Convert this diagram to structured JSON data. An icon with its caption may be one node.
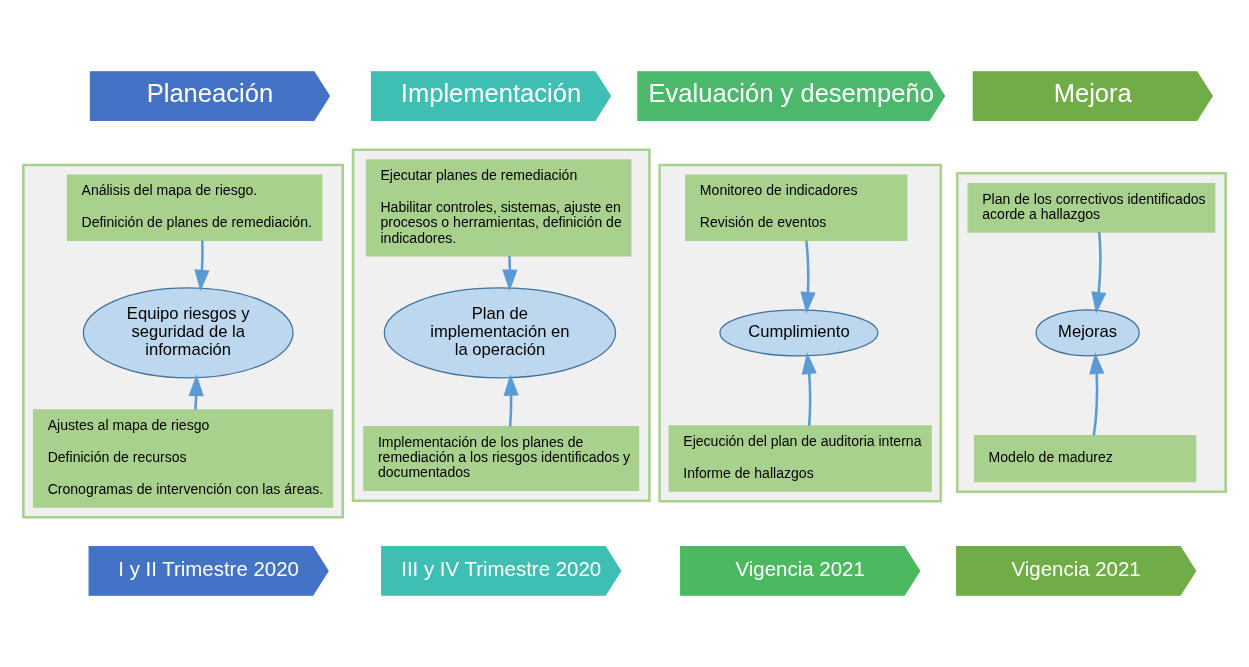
{
  "diagram": {
    "nodes": [
      {
        "text": [
          "Planeación"
        ]
      },
      {
        "text": [
          "Implementación"
        ]
      },
      {
        "text": [
          "Evaluación y desempeño"
        ]
      },
      {
        "text": [
          "Mejora"
        ]
      },
      {
        "text": [],
        "shape": "box"
      },
      {
        "text": [
          "Análisis del mapa de riesgo.",
          "Definición de planes de remediación."
        ],
        "in": 4
      },
      {
        "text": [
          "Equipo riesgos y seguridad de la información"
        ],
        "in": 4
      },
      {
        "text": [
          "Ajustes al mapa de riesgo",
          "Definición de recursos",
          "Cronogramas de intervención con las áreas."
        ],
        "in": 4
      },
      {
        "text": [],
        "shape": "box"
      },
      {
        "text": [
          "Ejecutar planes de remediación",
          "Habilitar controles, sistemas, ajuste en procesos o herramientas, definición de indicadores."
        ],
        "in": 8
      },
      {
        "text": [
          "Plan de implementación en la operación"
        ],
        "in": 8
      },
      {
        "text": [
          "Implementación de los planes de remediación a los riesgos identificados y documentados"
        ],
        "in": 8
      },
      {
        "text": [],
        "shape": "box"
      },
      {
        "text": [
          "Monitoreo de indicadores",
          "Revisión de eventos"
        ],
        "in": 12
      },
      {
        "text": [
          "Cumplimiento"
        ],
        "in": 12
      },
      {
        "text": [
          "Ejecución del plan de auditoria interna",
          "Informe de hallazgos"
        ],
        "in": 12
      },
      {
        "text": [],
        "shape": "box"
      },
      {
        "text": [
          "Plan de los correctivos identificados acorde a hallazgos"
        ],
        "in": 16
      },
      {
        "text": [
          "Mejoras"
        ],
        "in": 16
      },
      {
        "text": [
          "Modelo de madurez"
        ],
        "in": 16
      },
      {
        "text": [
          "I y II Trimestre 2020"
        ]
      },
      {
        "text": [
          "III y IV Trimestre 2020"
        ]
      },
      {
        "text": [
          "Vigencia 2021"
        ]
      },
      {
        "text": [
          "Vigencia 2021"
        ]
      }
    ],
    "edges": [
      {
        "from": 5,
        "to": 6,
        "arrow": "to"
      },
      {
        "from": 7,
        "to": 6,
        "arrow": "to"
      },
      {
        "from": 9,
        "to": 10,
        "arrow": "to"
      },
      {
        "from": 11,
        "to": 10,
        "arrow": "to"
      },
      {
        "from": 13,
        "to": 14,
        "arrow": "to"
      },
      {
        "from": 15,
        "to": 14,
        "arrow": "to"
      },
      {
        "from": 17,
        "to": 18,
        "arrow": "to"
      },
      {
        "from": 19,
        "to": 18,
        "arrow": "to"
      }
    ]
  }
}
